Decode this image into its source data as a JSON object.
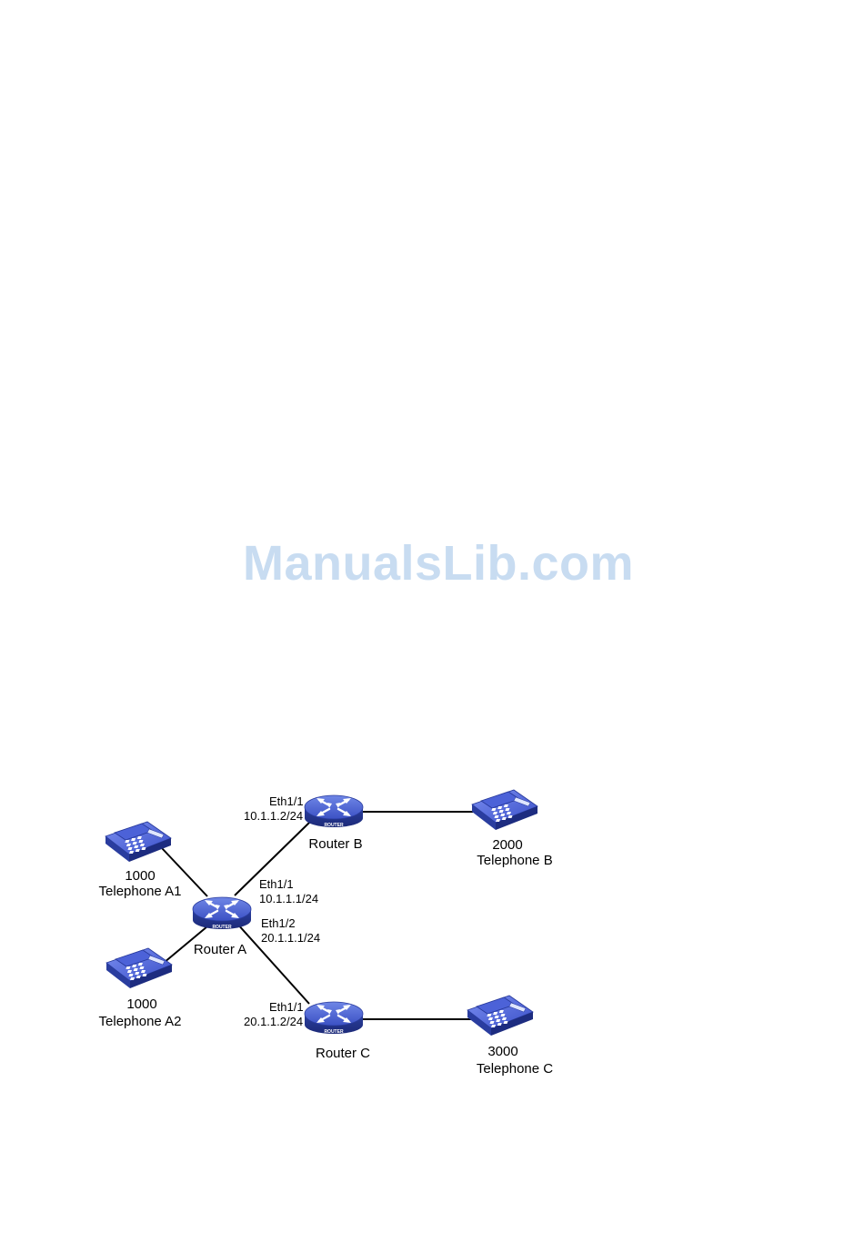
{
  "watermark": "ManualsLib.com",
  "diagram": {
    "device_word": "ROUTER",
    "routers": {
      "a": {
        "name": "Router A"
      },
      "b": {
        "name": "Router B"
      },
      "c": {
        "name": "Router C"
      }
    },
    "telephones": {
      "a1": {
        "number": "1000",
        "name": "Telephone A1"
      },
      "a2": {
        "number": "1000",
        "name": "Telephone A2"
      },
      "b": {
        "number": "2000",
        "name": "Telephone B"
      },
      "c": {
        "number": "3000",
        "name": "Telephone C"
      }
    },
    "interfaces": {
      "a_eth11": {
        "port": "Eth1/1",
        "ip": "10.1.1.1/24"
      },
      "a_eth12": {
        "port": "Eth1/2",
        "ip": "20.1.1.1/24"
      },
      "b_eth11": {
        "port": "Eth1/1",
        "ip": "10.1.1.2/24"
      },
      "c_eth11": {
        "port": "Eth1/1",
        "ip": "20.1.1.2/24"
      }
    }
  }
}
